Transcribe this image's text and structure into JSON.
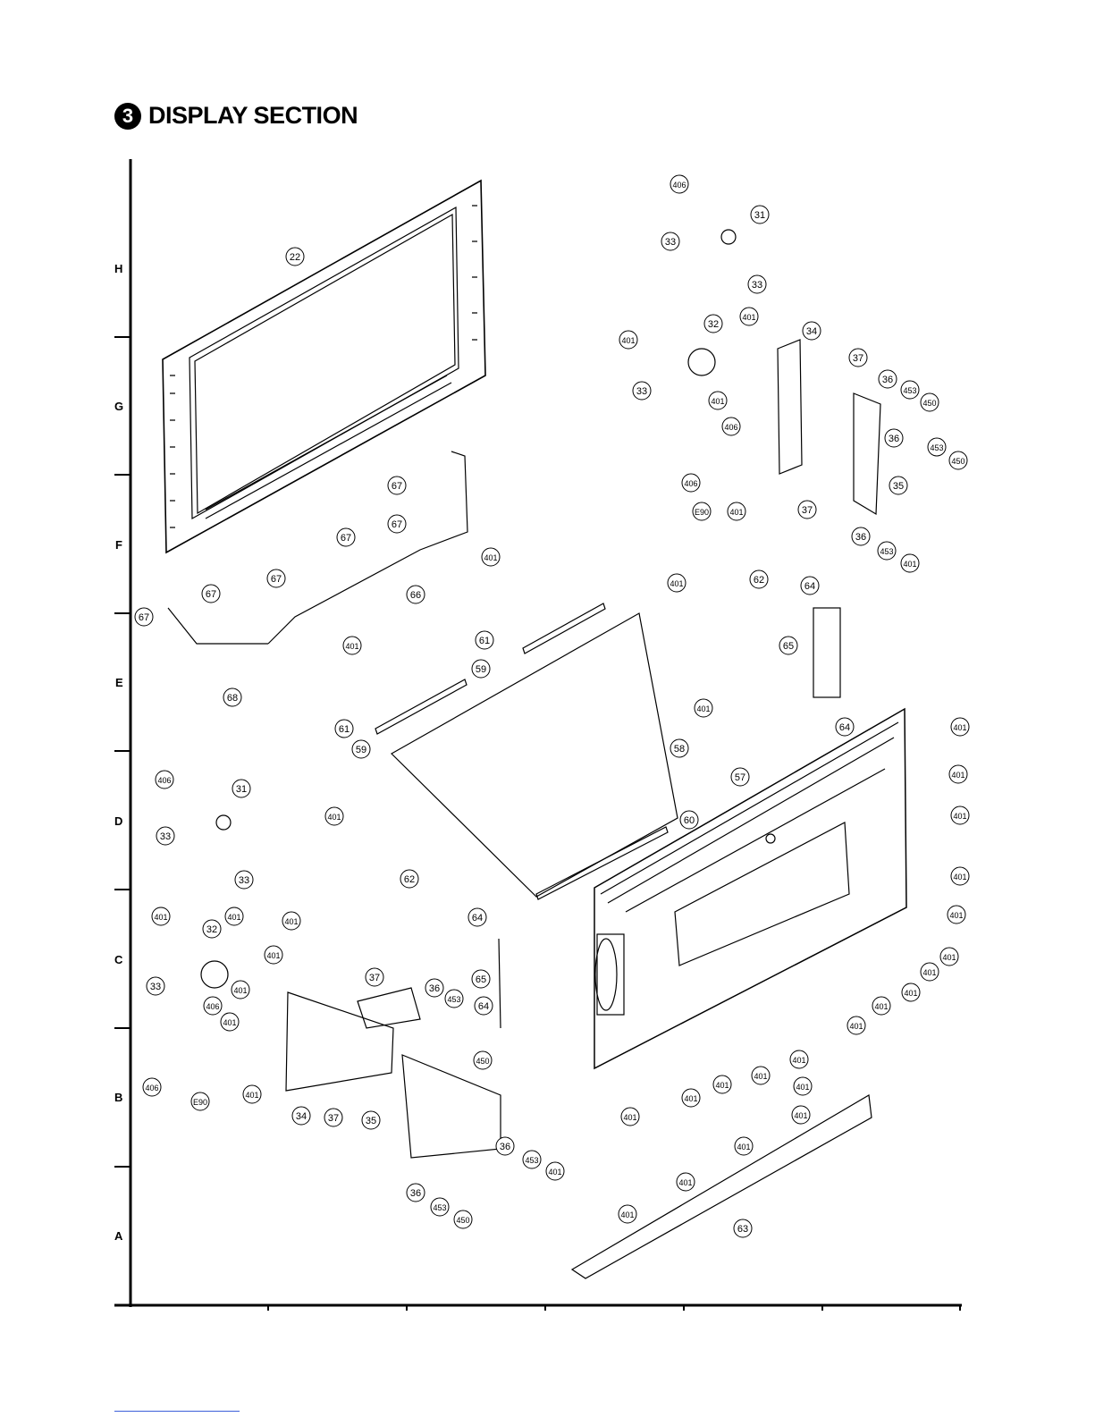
{
  "title": {
    "badge": "3",
    "text": "DISPLAY SECTION"
  },
  "grid_rows": [
    "H",
    "G",
    "F",
    "E",
    "D",
    "C",
    "B",
    "A"
  ],
  "callouts": [
    {
      "id": "c1",
      "label": "406"
    },
    {
      "id": "c2",
      "label": "31"
    },
    {
      "id": "c3",
      "label": "33"
    },
    {
      "id": "c4",
      "label": "33"
    },
    {
      "id": "c5",
      "label": "22"
    },
    {
      "id": "c6",
      "label": "32"
    },
    {
      "id": "c7",
      "label": "401"
    },
    {
      "id": "c8",
      "label": "401"
    },
    {
      "id": "c9",
      "label": "34"
    },
    {
      "id": "c10",
      "label": "37"
    },
    {
      "id": "c11",
      "label": "33"
    },
    {
      "id": "c12",
      "label": "401"
    },
    {
      "id": "c13",
      "label": "36"
    },
    {
      "id": "c14",
      "label": "453"
    },
    {
      "id": "c15",
      "label": "450"
    },
    {
      "id": "c16",
      "label": "406"
    },
    {
      "id": "c17",
      "label": "36"
    },
    {
      "id": "c18",
      "label": "453"
    },
    {
      "id": "c19",
      "label": "450"
    },
    {
      "id": "c20",
      "label": "406"
    },
    {
      "id": "c21",
      "label": "35"
    },
    {
      "id": "c22",
      "label": "E90"
    },
    {
      "id": "c23",
      "label": "401"
    },
    {
      "id": "c24",
      "label": "37"
    },
    {
      "id": "c25",
      "label": "36"
    },
    {
      "id": "c26",
      "label": "453"
    },
    {
      "id": "c27",
      "label": "401"
    },
    {
      "id": "c28",
      "label": "67"
    },
    {
      "id": "c29",
      "label": "67"
    },
    {
      "id": "c30",
      "label": "67"
    },
    {
      "id": "c31",
      "label": "67"
    },
    {
      "id": "c32",
      "label": "67"
    },
    {
      "id": "c33",
      "label": "66"
    },
    {
      "id": "c34",
      "label": "67"
    },
    {
      "id": "c35",
      "label": "401"
    },
    {
      "id": "c36",
      "label": "401"
    },
    {
      "id": "c37",
      "label": "62"
    },
    {
      "id": "c38",
      "label": "64"
    },
    {
      "id": "c39",
      "label": "61"
    },
    {
      "id": "c40",
      "label": "65"
    },
    {
      "id": "c41",
      "label": "59"
    },
    {
      "id": "c42",
      "label": "68"
    },
    {
      "id": "c43",
      "label": "401"
    },
    {
      "id": "c44",
      "label": "401"
    },
    {
      "id": "c45",
      "label": "64"
    },
    {
      "id": "c46",
      "label": "61"
    },
    {
      "id": "c47",
      "label": "59"
    },
    {
      "id": "c48",
      "label": "401"
    },
    {
      "id": "c49",
      "label": "58"
    },
    {
      "id": "c50",
      "label": "401"
    },
    {
      "id": "c51",
      "label": "57"
    },
    {
      "id": "c52",
      "label": "406"
    },
    {
      "id": "c53",
      "label": "31"
    },
    {
      "id": "c54",
      "label": "401"
    },
    {
      "id": "c55",
      "label": "401"
    },
    {
      "id": "c56",
      "label": "60"
    },
    {
      "id": "c57",
      "label": "33"
    },
    {
      "id": "c58",
      "label": "33"
    },
    {
      "id": "c59",
      "label": "62"
    },
    {
      "id": "c60",
      "label": "401"
    },
    {
      "id": "c61",
      "label": "401"
    },
    {
      "id": "c62",
      "label": "401"
    },
    {
      "id": "c63",
      "label": "32"
    },
    {
      "id": "c64",
      "label": "401"
    },
    {
      "id": "c65",
      "label": "401"
    },
    {
      "id": "c66",
      "label": "64"
    },
    {
      "id": "c67",
      "label": "401"
    },
    {
      "id": "c68",
      "label": "401"
    },
    {
      "id": "c69",
      "label": "401"
    },
    {
      "id": "c70",
      "label": "37"
    },
    {
      "id": "c71",
      "label": "65"
    },
    {
      "id": "c72",
      "label": "33"
    },
    {
      "id": "c73",
      "label": "401"
    },
    {
      "id": "c74",
      "label": "406"
    },
    {
      "id": "c75",
      "label": "36"
    },
    {
      "id": "c76",
      "label": "453"
    },
    {
      "id": "c77",
      "label": "401"
    },
    {
      "id": "c78",
      "label": "401"
    },
    {
      "id": "c79",
      "label": "401"
    },
    {
      "id": "c80",
      "label": "401"
    },
    {
      "id": "c81",
      "label": "64"
    },
    {
      "id": "c82",
      "label": "450"
    },
    {
      "id": "c83",
      "label": "401"
    },
    {
      "id": "c84",
      "label": "401"
    },
    {
      "id": "c85",
      "label": "401"
    },
    {
      "id": "c86",
      "label": "406"
    },
    {
      "id": "c87",
      "label": "401"
    },
    {
      "id": "c88",
      "label": "34"
    },
    {
      "id": "c89",
      "label": "37"
    },
    {
      "id": "c90",
      "label": "35"
    },
    {
      "id": "c91",
      "label": "E90"
    },
    {
      "id": "c92",
      "label": "401"
    },
    {
      "id": "c93",
      "label": "401"
    },
    {
      "id": "c94",
      "label": "401"
    },
    {
      "id": "c95",
      "label": "36"
    },
    {
      "id": "c96",
      "label": "453"
    },
    {
      "id": "c97",
      "label": "401"
    },
    {
      "id": "c98",
      "label": "401"
    },
    {
      "id": "c99",
      "label": "401"
    },
    {
      "id": "c100",
      "label": "63"
    },
    {
      "id": "c101",
      "label": "36"
    },
    {
      "id": "c102",
      "label": "453"
    },
    {
      "id": "c103",
      "label": "450"
    },
    {
      "id": "c104",
      "label": "401"
    },
    {
      "id": "c105",
      "label": "401"
    }
  ]
}
